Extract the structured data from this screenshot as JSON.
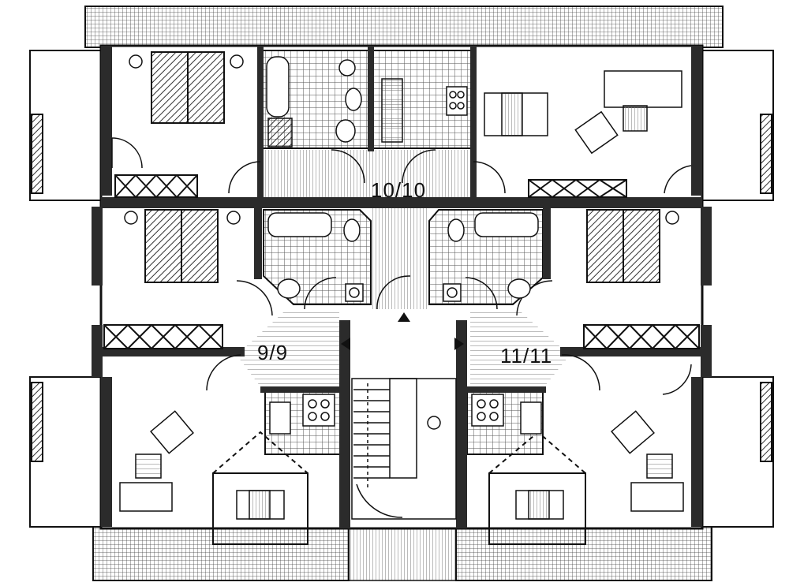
{
  "units": [
    {
      "label": "10/10"
    },
    {
      "label": "9/9"
    },
    {
      "label": "11/11"
    }
  ],
  "colors": {
    "wall": "#2b2b2b",
    "line": "#111111",
    "paper": "#ffffff",
    "hatch": "#555555"
  }
}
